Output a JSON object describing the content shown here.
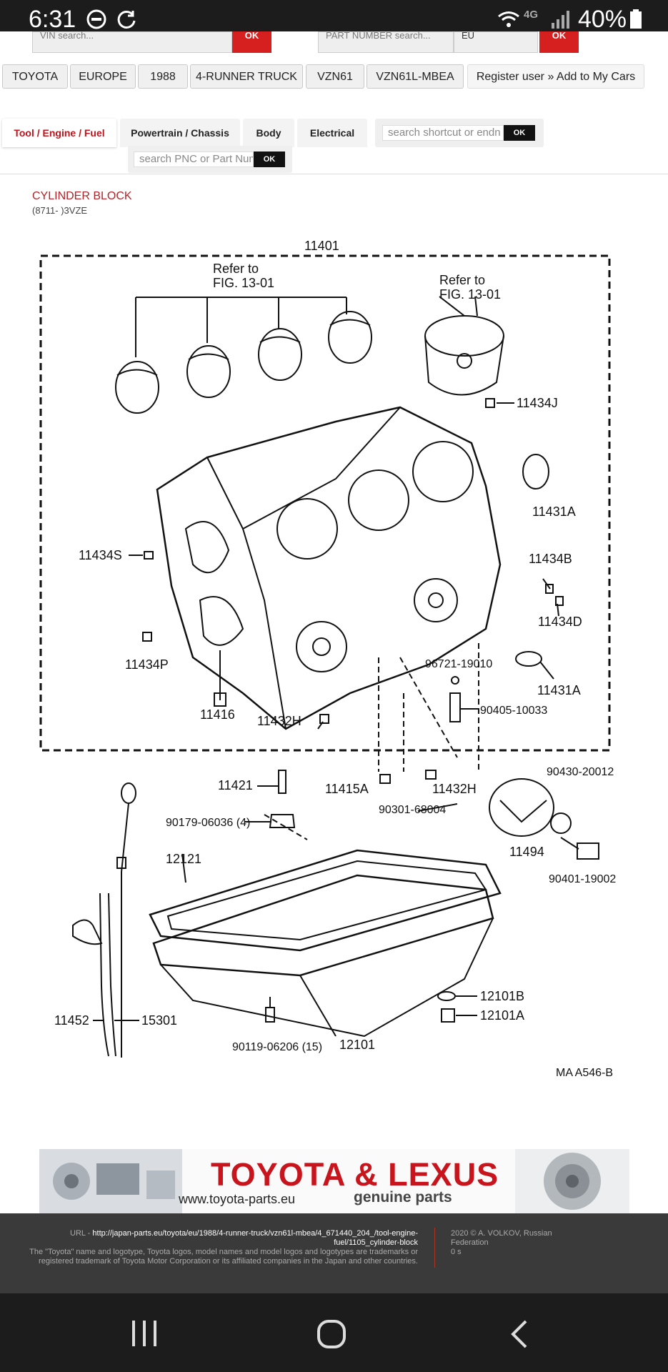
{
  "status_bar": {
    "time": "6:31",
    "network": "4G",
    "battery": "40%"
  },
  "top_form": {
    "vin_placeholder": "VIN search...",
    "vin_ok": "OK",
    "part_placeholder": "PART NUMBER search...",
    "region": "EU",
    "part_ok": "OK"
  },
  "breadcrumb": {
    "items": [
      "TOYOTA",
      "EUROPE",
      "1988",
      "4-RUNNER TRUCK",
      "VZN61",
      "VZN61L-MBEA"
    ],
    "register": "Register user » Add to My Cars"
  },
  "tabs": {
    "items": [
      "Tool / Engine / Fuel",
      "Powertrain / Chassis",
      "Body",
      "Electrical"
    ],
    "active": "Tool / Engine / Fuel",
    "shortcut_placeholder": "search shortcut or endn",
    "shortcut_ok": "OK",
    "pnc_placeholder": "search PNC or Part Num",
    "pnc_ok": "OK"
  },
  "page": {
    "title": "CYLINDER BLOCK",
    "subtitle": "(8711- )3VZE"
  },
  "diagram": {
    "refer_label_1": "Refer to",
    "refer_fig_1": "FIG. 13-01",
    "refer_label_2": "Refer to",
    "refer_fig_2": "FIG. 13-01",
    "code": "MA  A546-B",
    "parts": {
      "p11401": "11401",
      "p11434J": "11434J",
      "p11431A_1": "11431A",
      "p11434S": "11434S",
      "p11434B": "11434B",
      "p11434D": "11434D",
      "p11434P": "11434P",
      "p96721": "96721-19010",
      "p11431A_2": "11431A",
      "p11416": "11416",
      "p11432H_1": "11432H",
      "p90405": "90405-10033",
      "p11421": "11421",
      "p11415A": "11415A",
      "p11432H_2": "11432H",
      "p90430": "90430-20012",
      "p90179": "90179-06036 (4)",
      "p90301": "90301-68004",
      "p12121": "12121",
      "p11494": "11494",
      "p90401": "90401-19002",
      "p12101B": "12101B",
      "p11452": "11452",
      "p15301": "15301",
      "p12101A": "12101A",
      "p90119": "90119-06206 (15)",
      "p12101": "12101"
    }
  },
  "banner": {
    "title": "TOYOTA & LEXUS",
    "url": "www.toyota-parts.eu",
    "tagline": "genuine parts"
  },
  "footer": {
    "url_prefix": "URL - ",
    "url": "http://japan-parts.eu/toyota/eu/1988/4-runner-truck/vzn61l-mbea/4_671440_204_/tool-engine-fuel/1105_cylinder-block",
    "trademark": "The \"Toyota\" name and logotype, Toyota logos, model names and model logos and logotypes are trademarks or registered trademark of Toyota Motor Corporation or its affiliated companies in the Japan and other countries.",
    "copyright": "2020 © A. VOLKOV, Russian Federation",
    "timing": "0 s"
  },
  "colors": {
    "accent": "#c0141c",
    "ok_red": "#d61f1f",
    "dark": "#1c1c1c"
  }
}
